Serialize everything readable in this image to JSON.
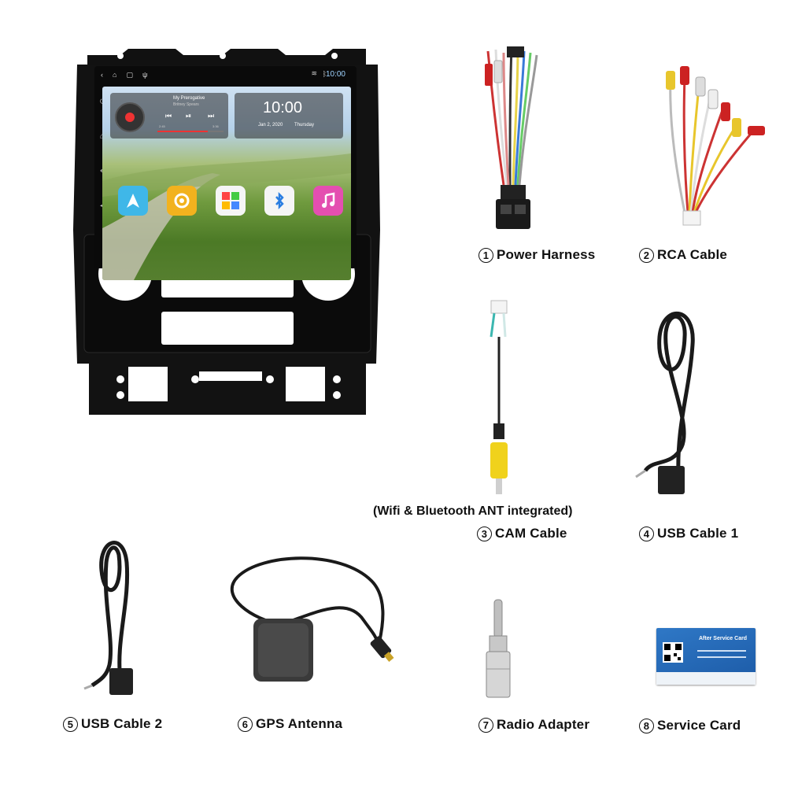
{
  "head_unit": {
    "status_time": "10:00",
    "widget_music": {
      "song": "My Prerogative",
      "artist": "Britney Spears",
      "elapsed": "2:45",
      "total": "3:36"
    },
    "widget_clock": {
      "time": "10:00",
      "date": "Jan 2, 2020",
      "day": "Thursday"
    },
    "apps": [
      {
        "icon": "navigation-icon",
        "color": "#3fb7e8"
      },
      {
        "icon": "settings-icon",
        "color": "#f2b21e"
      },
      {
        "icon": "apps-grid-icon",
        "color": "#f5f5f5"
      },
      {
        "icon": "bluetooth-icon",
        "color": "#f5f5f5"
      },
      {
        "icon": "music-icon",
        "color": "#e44fb0"
      }
    ]
  },
  "items": [
    {
      "num": "1",
      "label": "Power Harness"
    },
    {
      "num": "2",
      "label": "RCA Cable"
    },
    {
      "num": "3",
      "label": "CAM Cable"
    },
    {
      "num": "4",
      "label": "USB Cable 1"
    },
    {
      "num": "5",
      "label": "USB Cable 2"
    },
    {
      "num": "6",
      "label": "GPS Antenna"
    },
    {
      "num": "7",
      "label": "Radio Adapter"
    },
    {
      "num": "8",
      "label": "Service Card"
    }
  ],
  "note": "(Wifi & Bluetooth ANT integrated)",
  "service_card": {
    "title": "After Service Card"
  }
}
